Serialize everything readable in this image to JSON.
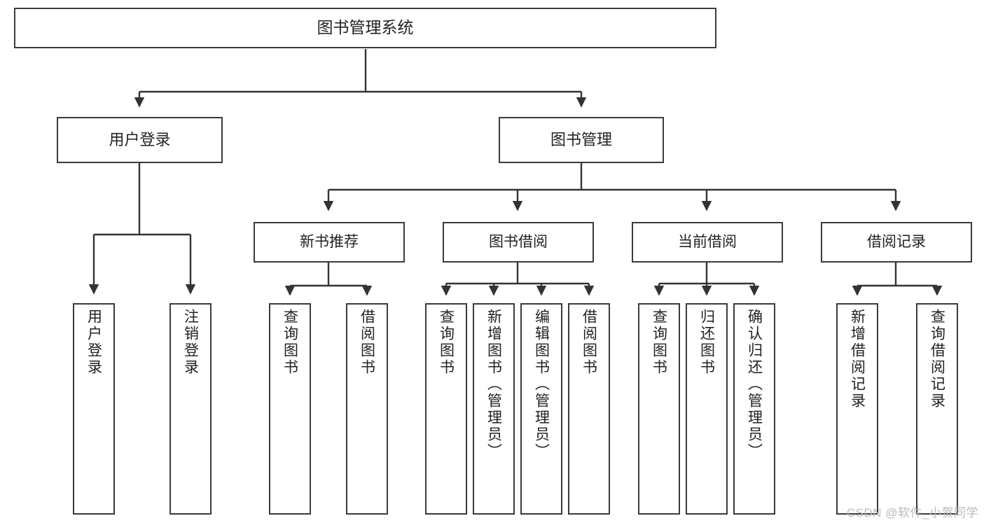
{
  "diagram": {
    "title": "图书管理系统",
    "type": "tree-structure-chart",
    "watermark": "CSDN @软件_小贺同学",
    "colors": {
      "box_border": "#3b3b3b",
      "box_fill": "#ffffff",
      "connector": "#333333",
      "text": "#222222",
      "watermark": "#b9b9b9"
    },
    "root": {
      "id": "root",
      "label": "图书管理系统",
      "orientation": "horizontal"
    },
    "level1": [
      {
        "id": "user-login",
        "label": "用户登录",
        "orientation": "horizontal"
      },
      {
        "id": "book-management",
        "label": "图书管理",
        "orientation": "horizontal"
      }
    ],
    "level2": [
      {
        "id": "new-book-recommend",
        "label": "新书推荐",
        "parent": "book-management",
        "orientation": "horizontal"
      },
      {
        "id": "book-borrow",
        "label": "图书借阅",
        "parent": "book-management",
        "orientation": "horizontal"
      },
      {
        "id": "current-borrow",
        "label": "当前借阅",
        "parent": "book-management",
        "orientation": "horizontal"
      },
      {
        "id": "borrow-record",
        "label": "借阅记录",
        "parent": "book-management",
        "orientation": "horizontal"
      }
    ],
    "leaves": [
      {
        "id": "leaf-user-login",
        "label": "用户登录",
        "parent": "user-login",
        "orientation": "vertical"
      },
      {
        "id": "leaf-logout-login",
        "label": "注销登录",
        "parent": "user-login",
        "orientation": "vertical"
      },
      {
        "id": "leaf-query-book-1",
        "label": "查询图书",
        "parent": "new-book-recommend",
        "orientation": "vertical"
      },
      {
        "id": "leaf-borrow-book-1",
        "label": "借阅图书",
        "parent": "new-book-recommend",
        "orientation": "vertical"
      },
      {
        "id": "leaf-query-book-2",
        "label": "查询图书",
        "parent": "book-borrow",
        "orientation": "vertical"
      },
      {
        "id": "leaf-add-book-admin",
        "label": "新增图书（管理员）",
        "parent": "book-borrow",
        "orientation": "vertical"
      },
      {
        "id": "leaf-edit-book-admin",
        "label": "编辑图书（管理员）",
        "parent": "book-borrow",
        "orientation": "vertical"
      },
      {
        "id": "leaf-borrow-book-2",
        "label": "借阅图书",
        "parent": "book-borrow",
        "orientation": "vertical"
      },
      {
        "id": "leaf-query-book-3",
        "label": "查询图书",
        "parent": "current-borrow",
        "orientation": "vertical"
      },
      {
        "id": "leaf-return-book",
        "label": "归还图书",
        "parent": "current-borrow",
        "orientation": "vertical"
      },
      {
        "id": "leaf-confirm-return-admin",
        "label": "确认归还（管理员）",
        "parent": "current-borrow",
        "orientation": "vertical"
      },
      {
        "id": "leaf-add-borrow-record",
        "label": "新增借阅记录",
        "parent": "borrow-record",
        "orientation": "vertical"
      },
      {
        "id": "leaf-query-borrow-record",
        "label": "查询借阅记录",
        "parent": "borrow-record",
        "orientation": "vertical"
      }
    ]
  }
}
